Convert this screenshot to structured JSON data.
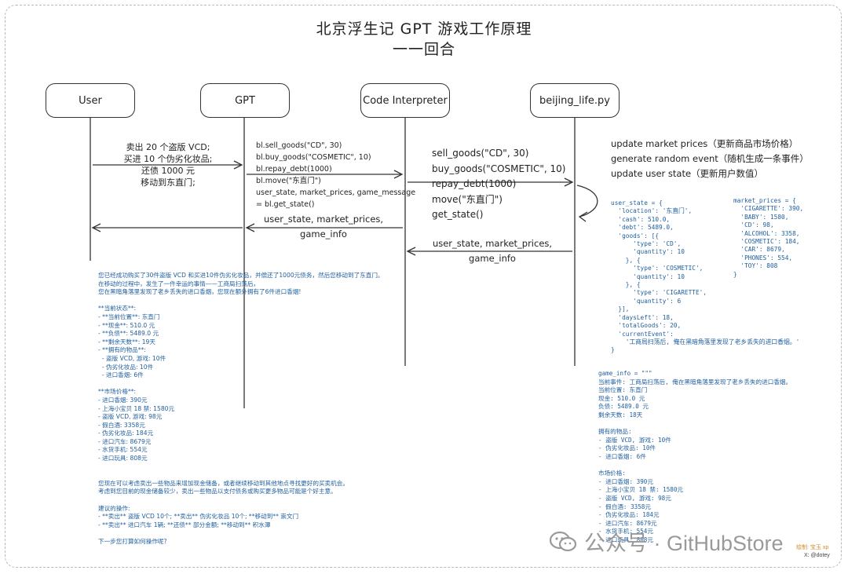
{
  "header": {
    "title": "北京浮生记 GPT 游戏工作原理",
    "subtitle": "一一回合"
  },
  "actors": [
    "User",
    "GPT",
    "Code Interpreter",
    "beijing_life.py"
  ],
  "messages": {
    "user_to_gpt": [
      "卖出 20 个盗版 VCD;",
      "买进 10 个伪劣化妆品;",
      "还债 1000 元",
      "移动到东直门;"
    ],
    "gpt_code": [
      "bl.sell_goods(\"CD\", 30)",
      "bl.buy_goods(\"COSMETIC\", 10)",
      "bl.repay_debt(1000)",
      "bl.move(\"东直门\")",
      "user_state, market_prices, game_message",
      "= bl.get_state()"
    ],
    "ci_to_py": [
      "sell_goods(\"CD\", 30)",
      "buy_goods(\"COSMETIC\", 10)",
      "repay_debt(1000)",
      "move(\"东直门\")",
      "get_state()"
    ],
    "py_actions": [
      "update market prices（更新商品市场价格）",
      "generate random event（随机生成一条事件）",
      "update user state（更新用户数值）"
    ],
    "py_return": [
      "user_state, market_prices,",
      "game_info"
    ],
    "ci_return": [
      "user_state, market_prices,",
      "game_info"
    ]
  },
  "gpt_reply": [
    "您已经成功购买了30件盗版 VCD 和买进10件伪劣化妆品，并偿还了1000元债务，然后您移动到了东直门。",
    "在移动的过程中，发生了一件幸运的事情——工商局扫荡后，",
    "您在黑暗角落里发现了老乡丢失的进口香烟，您现在额外拥有了6件进口香烟!",
    "",
    "**当前状态**:",
    "- **当前位置**: 东直门",
    "- **现金**: 510.0 元",
    "- **负债**: 5489.0 元",
    "- **剩余天数**: 19天",
    "- **拥有的物品**:",
    "  - 盗版 VCD, 游戏: 10件",
    "  - 伪劣化妆品: 10件",
    "  - 进口香烟: 6件",
    "",
    "**市场价格**:",
    "- 进口香烟: 390元",
    "- 上海小宝贝 18 禁: 1580元",
    "- 盗版 VCD, 游戏: 98元",
    "- 假白酒: 3358元",
    "- 伪劣化妆品: 184元",
    "- 进口汽车: 8679元",
    "- 水货手机: 554元",
    "- 进口玩具: 808元",
    "",
    "",
    "您现在可以考虑卖出一些物品来增加现金储备，或者继续移动到其他地点寻找更好的买卖机会。",
    "考虑到您目前的现金储备较少，卖出一些物品以支付债务或购买更多物品可能是个好主意。",
    "",
    "建议的操作:",
    "- **卖出** 盗版 VCD 10个; **卖出** 伪劣化妆品 10个; **移动到** 崇文门",
    "- **卖出** 进口汽车 1辆; **还债** 部分金额; **移动到** 积水潭",
    "",
    "下一步您打算如何操作呢?"
  ],
  "user_state_code": [
    "user_state = {",
    "  'location': '东直门',",
    "  'cash': 510.0,",
    "  'debt': 5489.0,",
    "  'goods': [{",
    "      'type': 'CD',",
    "      'quantity': 10",
    "    }, {",
    "      'type': 'COSMETIC',",
    "      'quantity': 10",
    "    }, {",
    "      'type': 'CIGARETTE',",
    "      'quantity': 6",
    "  }],",
    "  'daysLeft': 18,",
    "  'totalGoods': 20,",
    "  'currentEvent':",
    "    '工商局扫荡后, 俺在黑暗角落里发现了老乡丢失的进口香烟。'",
    "}"
  ],
  "market_prices_code": [
    "market_prices = {",
    "  'CIGARETTE': 390,",
    "  'BABY': 1580,",
    "  'CD': 98,",
    "  'ALCOHOL': 3358,",
    "  'COSMETIC': 184,",
    "  'CAR': 8679,",
    "  'PHONES': 554,",
    "  'TOY': 808",
    "}"
  ],
  "game_info": [
    "game_info = \"\"\"",
    "当前事件: 工商局扫荡后, 俺在黑暗角落里发现了老乡丢失的进口香烟。",
    "当前位置: 东直门",
    "现金: 510.0 元",
    "负债: 5489.0 元",
    "剩余天数: 18天",
    "",
    "拥有的物品:",
    "- 盗版 VCD, 游戏: 10件",
    "- 伪劣化妆品: 10件",
    "- 进口香烟: 6件",
    "",
    "市场价格:",
    "- 进口香烟: 390元",
    "- 上海小宝贝 18 禁: 1580元",
    "- 盗版 VCD, 游戏: 98元",
    "- 假白酒: 3358元",
    "- 伪劣化妆品: 184元",
    "- 进口汽车: 8679元",
    "- 水货手机: 554元",
    "- 进口玩具: 808元"
  ],
  "watermark": "公众号 · GitHubStore",
  "credit": {
    "line1": "绘制: 宝玉 xp",
    "line2": "X: @dotey"
  }
}
